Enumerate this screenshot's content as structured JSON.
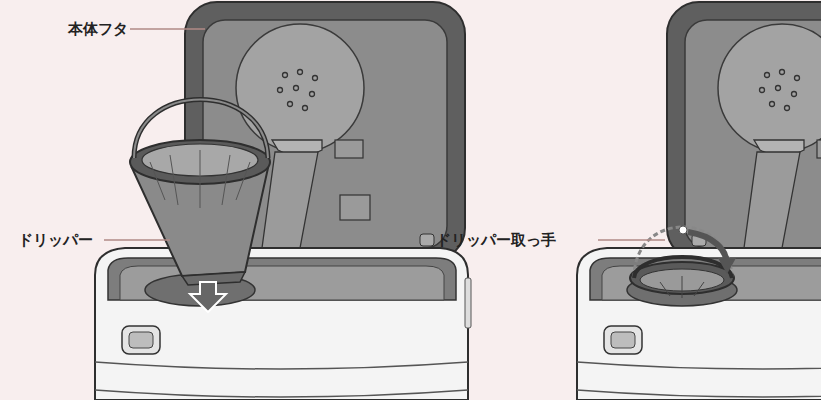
{
  "diagram": {
    "labels": [
      "本体フタ",
      "ドリッパー",
      "ドリッパー取っ手"
    ]
  }
}
